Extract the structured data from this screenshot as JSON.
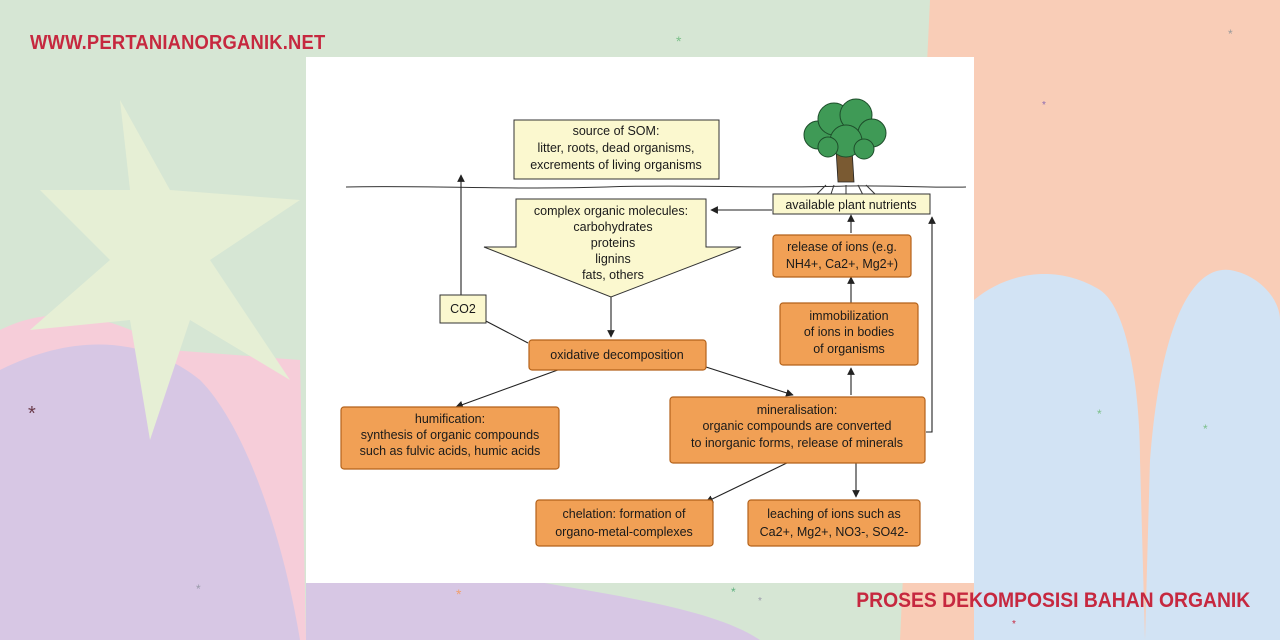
{
  "header": {
    "site_url": "WWW.PERTANIANORGANIK.NET"
  },
  "footer": {
    "page_title": "PROSES DEKOMPOSISI BAHAN ORGANIK"
  },
  "colors": {
    "accent": "#c6283f",
    "orange_box": "#f1a055",
    "orange_border": "#b4621a",
    "cream_box": "#fbf8cf"
  },
  "diagram": {
    "source": [
      "source of SOM:",
      "litter, roots, dead organisms,",
      "excrements of living organisms"
    ],
    "complex": [
      "complex organic molecules:",
      "carbohydrates",
      "proteins",
      "lignins",
      "fats, others"
    ],
    "co2": "CO2",
    "oxidative": "oxidative decomposition",
    "humification": [
      "humification:",
      "synthesis of organic compounds",
      "such as fulvic acids, humic acids"
    ],
    "mineralisation": [
      "mineralisation:",
      "organic compounds are converted",
      "to inorganic forms, release of minerals"
    ],
    "chelation": [
      "chelation: formation of",
      "organo-metal-complexes"
    ],
    "leaching": [
      "leaching of ions such as",
      "Ca2+, Mg2+, NO3-, SO42-"
    ],
    "immobilization": [
      "immobilization",
      "of ions in bodies",
      "of organisms"
    ],
    "release": [
      "release of ions (e.g.",
      "NH4+, Ca2+, Mg2+)"
    ],
    "available": "available plant nutrients",
    "tree_icon": "tree-icon"
  }
}
